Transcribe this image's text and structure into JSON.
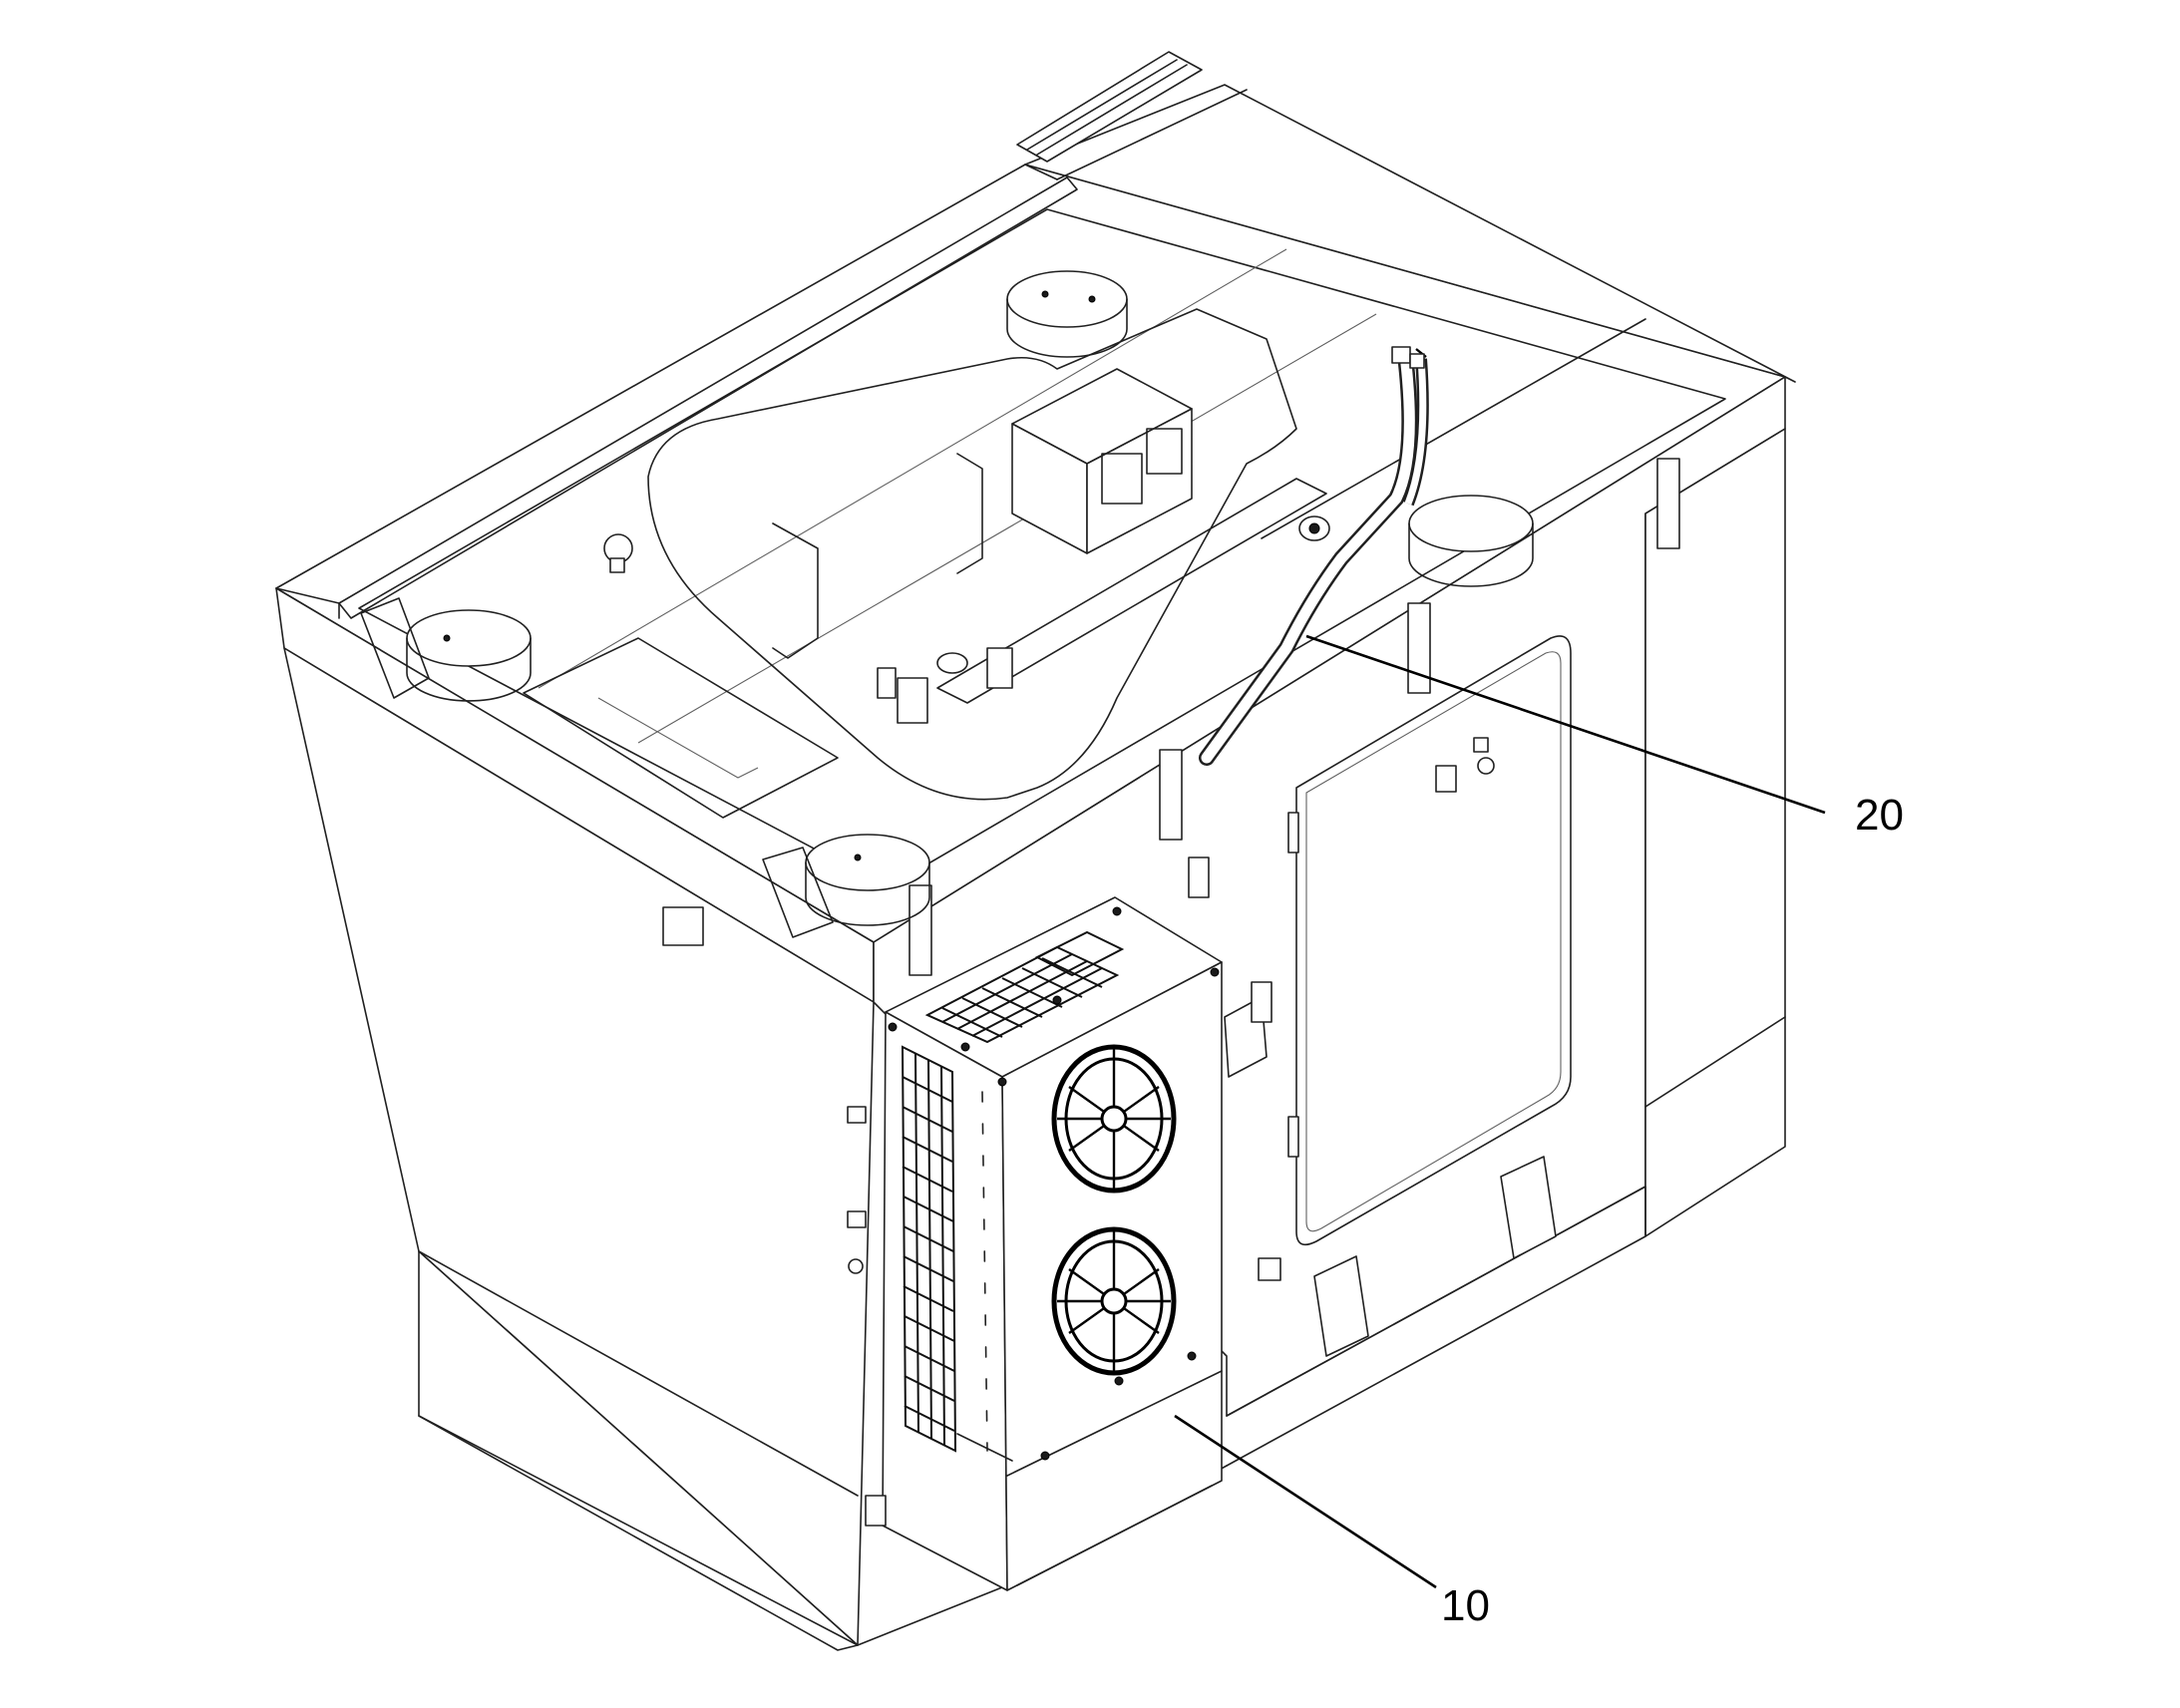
{
  "callouts": [
    {
      "id": "10",
      "label": "10"
    },
    {
      "id": "20",
      "label": "20"
    }
  ],
  "colors": {
    "line": "#202020",
    "background": "#ffffff"
  }
}
